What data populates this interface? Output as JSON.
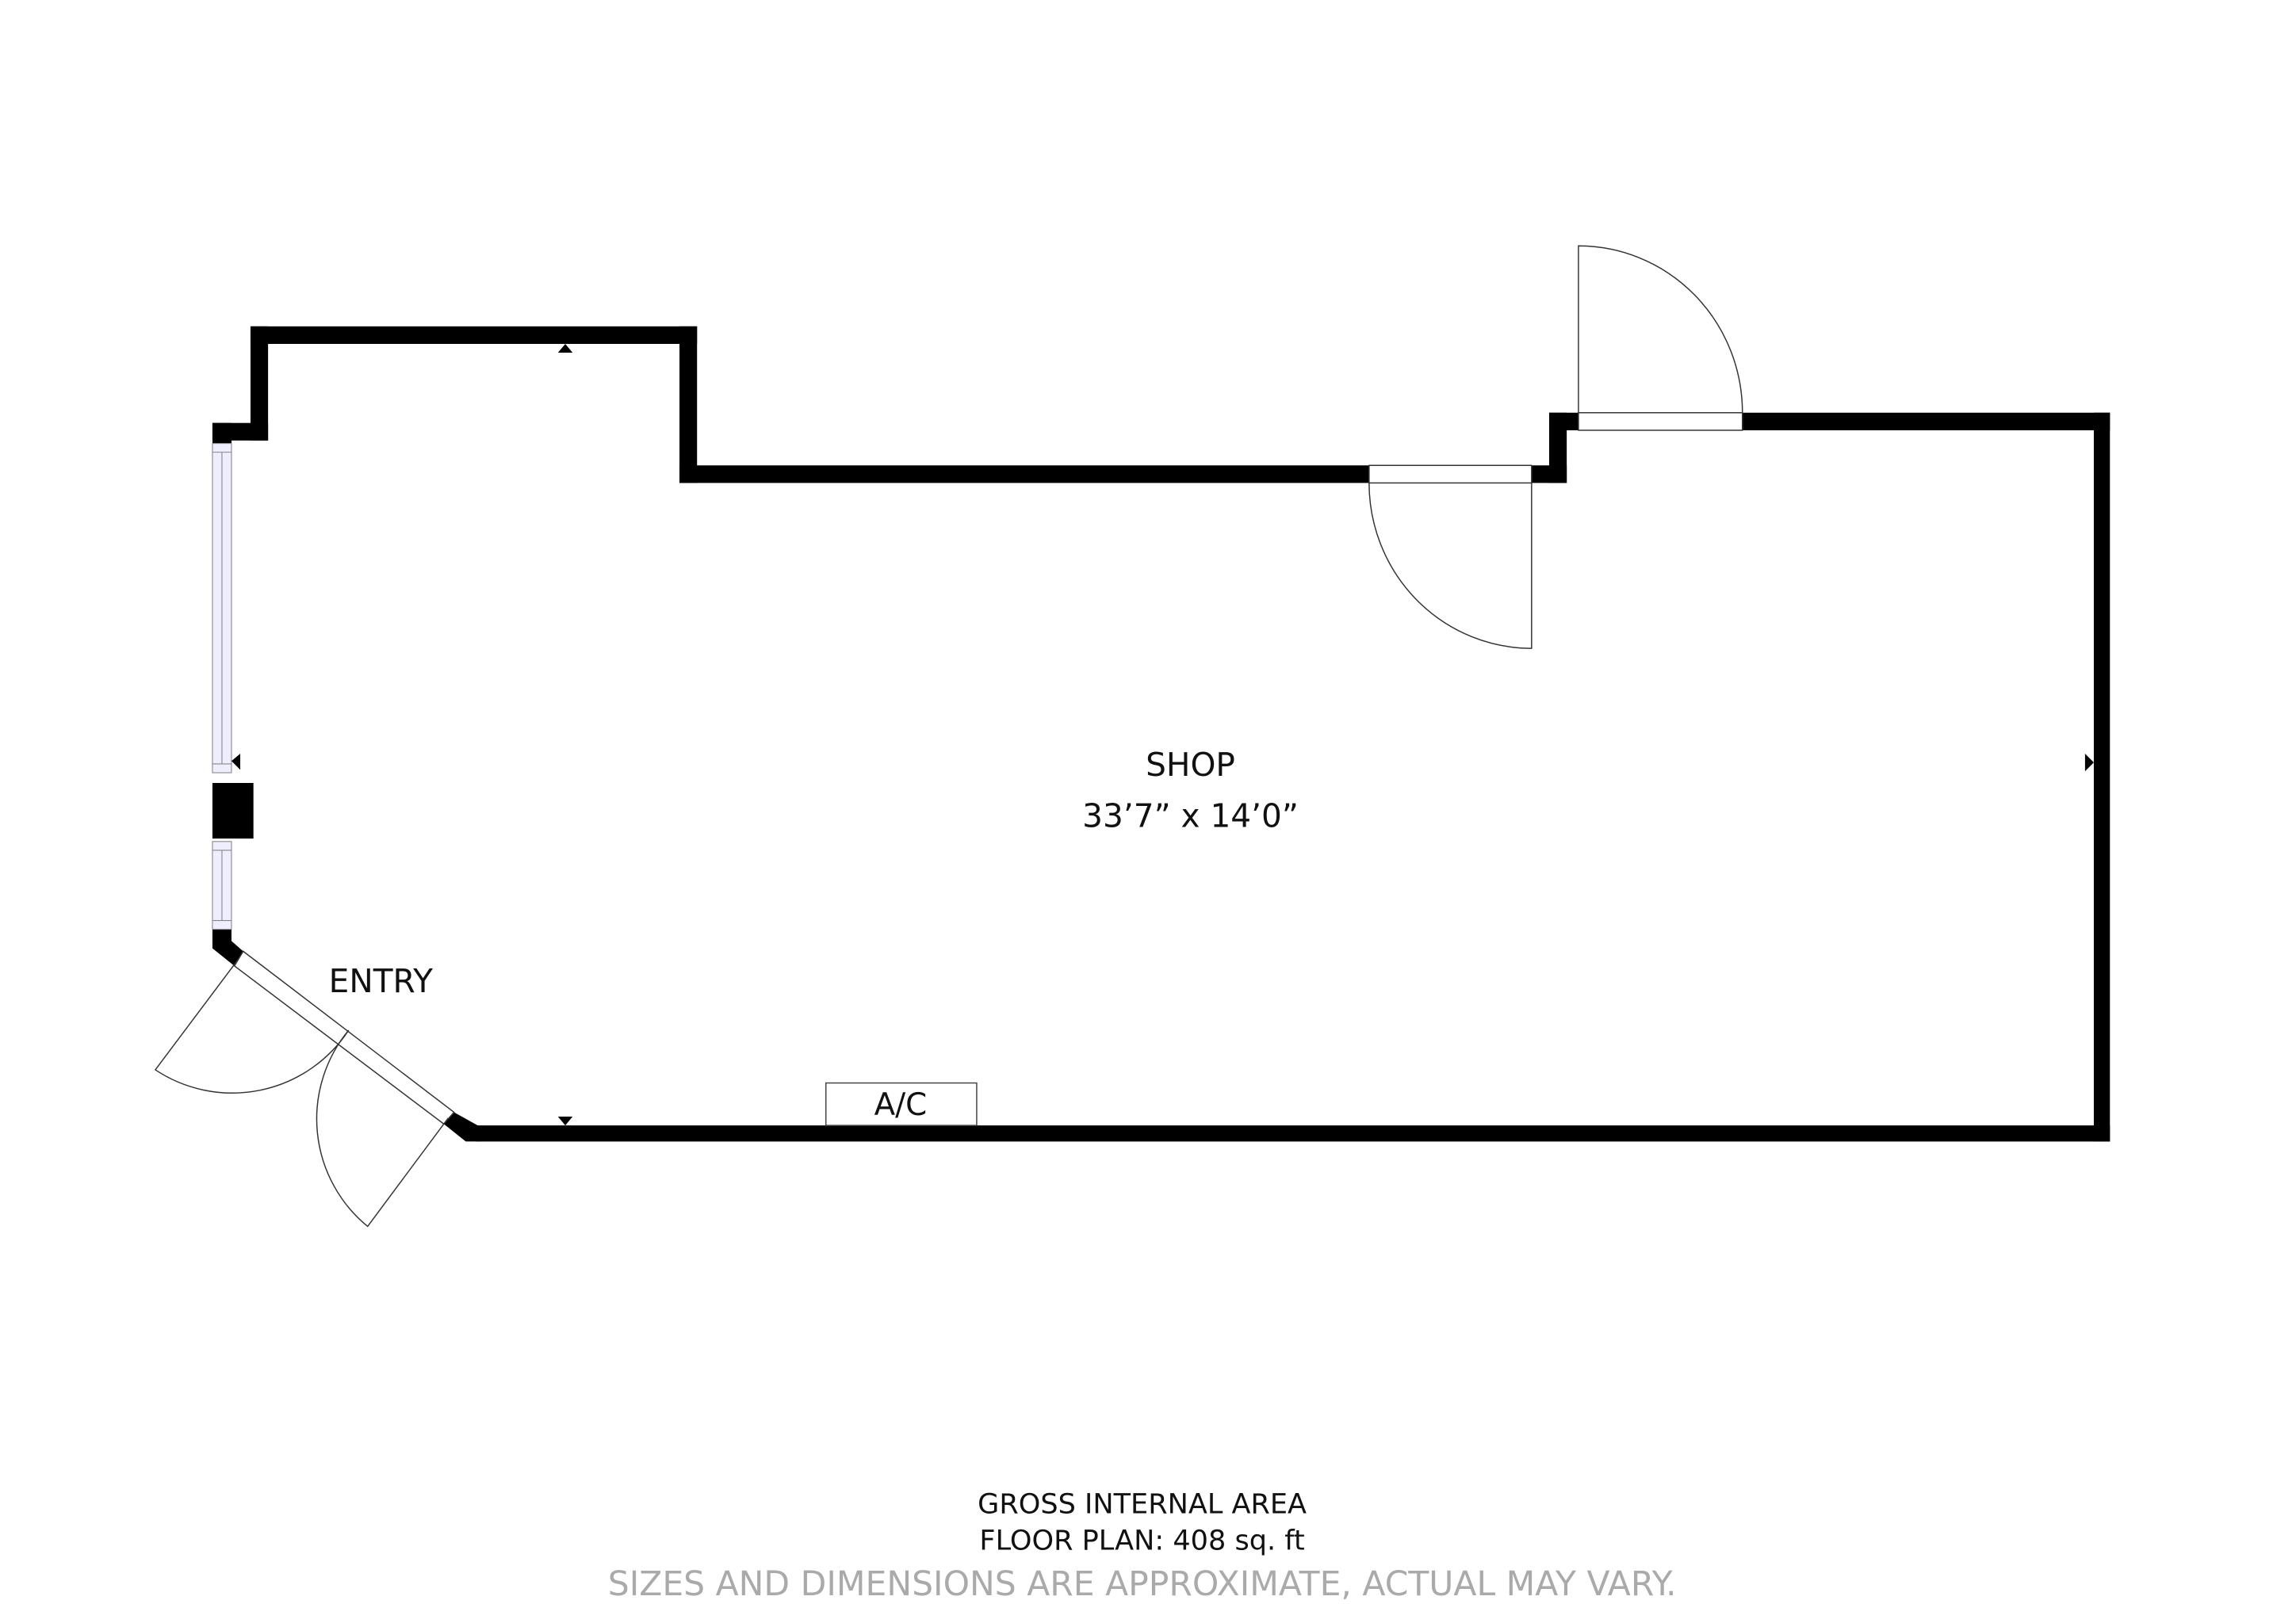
{
  "rooms": [
    {
      "name": "SHOP",
      "dimensions": "33’7” x 14’0”"
    },
    {
      "name": "ENTRY"
    }
  ],
  "fixtures": {
    "ac_label": "A/C"
  },
  "footer": {
    "line1": "GROSS INTERNAL AREA",
    "line2": "FLOOR PLAN: 408 sq. ft",
    "disclaimer": "SIZES AND DIMENSIONS ARE APPROXIMATE, ACTUAL MAY VARY."
  },
  "colors": {
    "wall": "#000000",
    "window": "#eeeeff",
    "disclaimer": "#aaaaaa"
  }
}
